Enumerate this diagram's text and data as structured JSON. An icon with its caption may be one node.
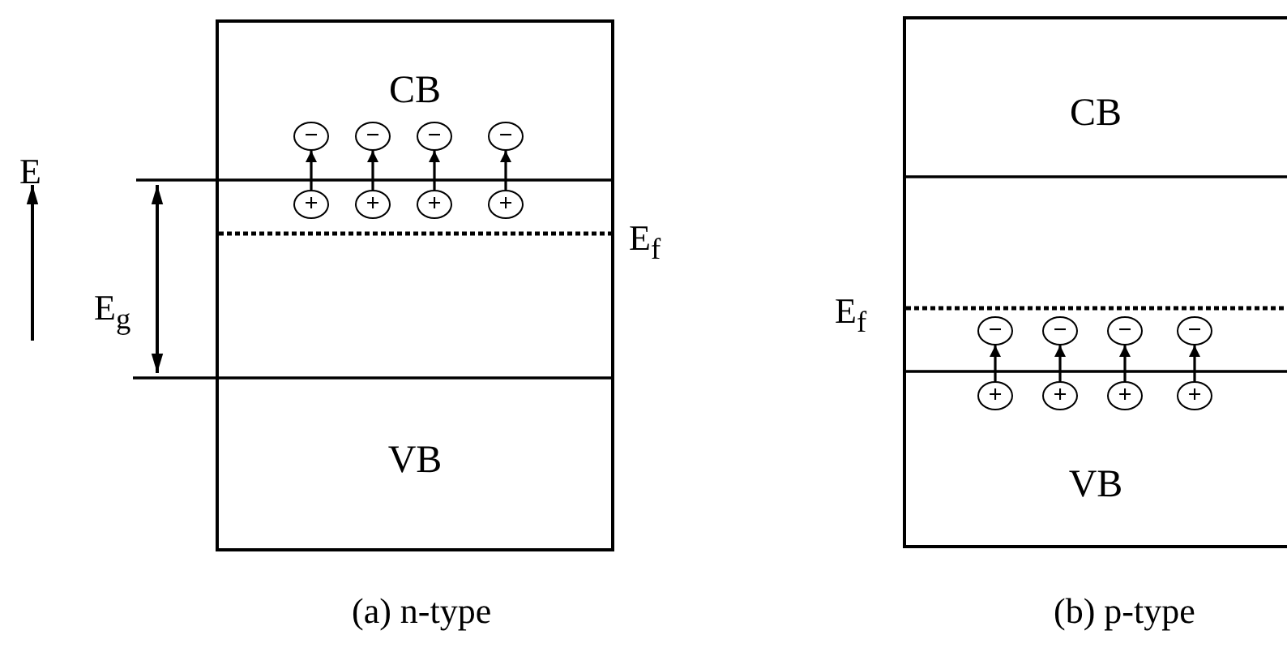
{
  "diagram": {
    "nodes": [
      {
        "text": [
          "CB"
        ]
      },
      {
        "text": [
          "−"
        ],
        "in": 0
      },
      {
        "text": [
          "−"
        ],
        "in": 0
      },
      {
        "text": [
          "−"
        ],
        "in": 0
      },
      {
        "text": [
          "−"
        ],
        "in": 0
      },
      {
        "text": [
          "+"
        ]
      },
      {
        "text": [
          "+"
        ]
      },
      {
        "text": [
          "+"
        ]
      },
      {
        "text": [
          "+"
        ]
      },
      {
        "text": [
          "VB"
        ]
      },
      {
        "text": [
          "CB"
        ]
      },
      {
        "text": [
          "−"
        ]
      },
      {
        "text": [
          "−"
        ]
      },
      {
        "text": [
          "−"
        ]
      },
      {
        "text": [
          "−"
        ]
      },
      {
        "text": [
          "VB"
        ]
      },
      {
        "text": [
          "+"
        ],
        "in": 15
      },
      {
        "text": [
          "+"
        ],
        "in": 15
      },
      {
        "text": [
          "+"
        ],
        "in": 15
      },
      {
        "text": [
          "+"
        ],
        "in": 15
      }
    ],
    "edges": [
      {
        "from": 5,
        "to": 1,
        "arrow": "to"
      },
      {
        "from": 6,
        "to": 2,
        "arrow": "to"
      },
      {
        "from": 7,
        "to": 3,
        "arrow": "to"
      },
      {
        "from": 8,
        "to": 4,
        "arrow": "to"
      },
      {
        "from": 16,
        "to": 11,
        "arrow": "to"
      },
      {
        "from": 17,
        "to": 12,
        "arrow": "to"
      },
      {
        "from": 18,
        "to": 13,
        "arrow": "to"
      },
      {
        "from": 19,
        "to": 14,
        "arrow": "to"
      }
    ],
    "labels": [
      "E",
      "E$_{g}$",
      "E$_{f}$",
      "E$_{f}$",
      "(a) n-type",
      "(b) p-type"
    ]
  }
}
